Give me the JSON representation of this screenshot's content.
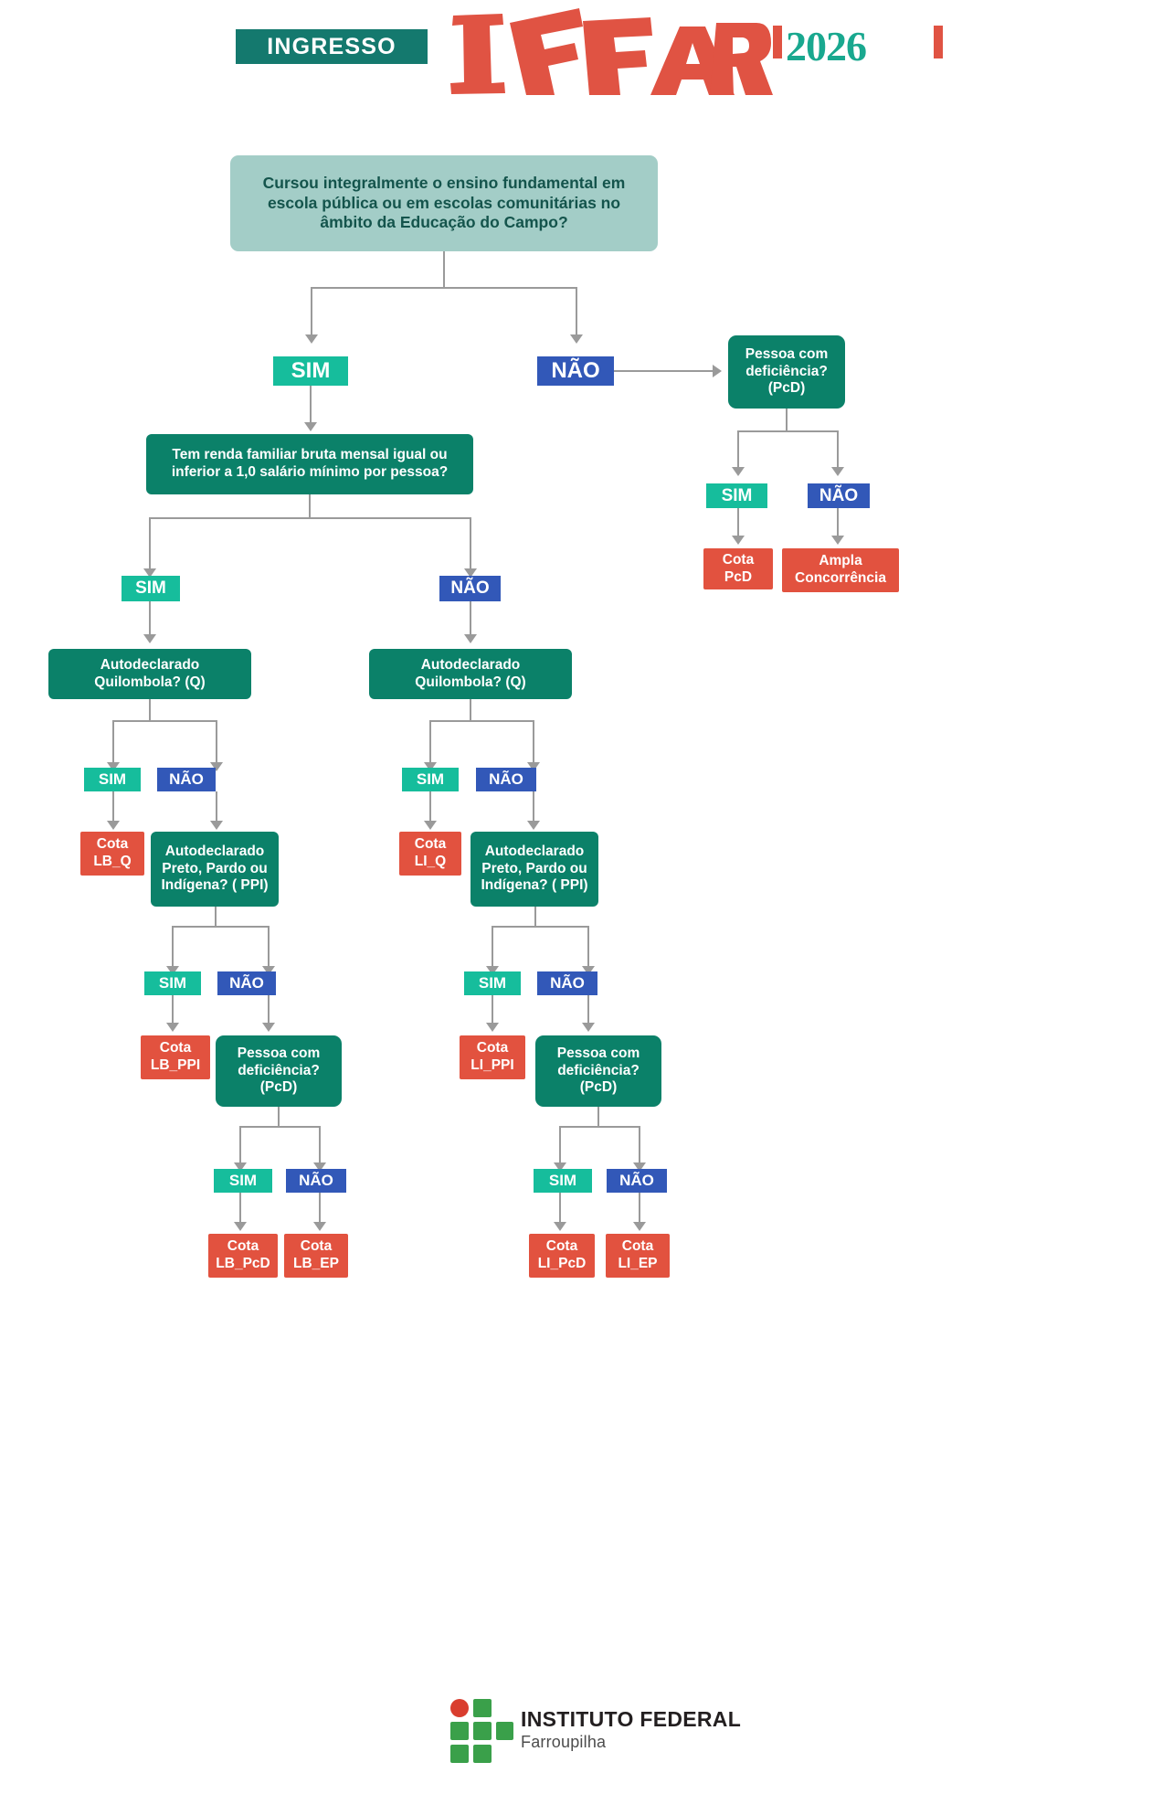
{
  "header": {
    "badge": "INGRESSO",
    "logo_text": "IFFAR",
    "year": "2026",
    "colors": {
      "badge_bg": "#14796e",
      "logo_red": "#e05343",
      "year_teal": "#19a88f"
    }
  },
  "palette": {
    "question_top_bg": "#a3cdc7",
    "question_top_text": "#14544c",
    "question_bg": "#0b8169",
    "sim_bg": "#16bd9c",
    "nao_bg": "#3258b8",
    "cota_bg": "#e2523f",
    "connector": "#9a9a9a"
  },
  "labels": {
    "sim": "SIM",
    "nao": "NÃO"
  },
  "flow": {
    "root_question": "Cursou integralmente o ensino fundamental em escola pública ou em escolas comunitárias no âmbito da Educação do Campo?",
    "income_question": "Tem renda familiar bruta mensal igual ou inferior a 1,0 salário mínimo por pessoa?",
    "pcd_question_right": "Pessoa com deficiência? (PcD)",
    "quilombola_left": "Autodeclarado Quilombola? (Q)",
    "quilombola_right": "Autodeclarado Quilombola? (Q)",
    "ppi_left": "Autodeclarado Preto, Pardo ou Indígena? ( PPI)",
    "ppi_right": "Autodeclarado Preto, Pardo ou Indígena? ( PPI)",
    "pcd_left": "Pessoa com deficiência? (PcD)",
    "pcd_right": "Pessoa com deficiência? (PcD)",
    "outcomes": {
      "cota_pcd": "Cota PcD",
      "ampla": "Ampla Concorrência",
      "lb_q": "Cota LB_Q",
      "lb_ppi": "Cota LB_PPI",
      "lb_pcd": "Cota LB_PcD",
      "lb_ep": "Cota LB_EP",
      "li_q": "Cota LI_Q",
      "li_ppi": "Cota LI_PPI",
      "li_pcd": "Cota LI_PcD",
      "li_ep": "Cota LI_EP"
    }
  },
  "footer": {
    "institution_line1": "INSTITUTO FEDERAL",
    "institution_line2": "Farroupilha"
  }
}
